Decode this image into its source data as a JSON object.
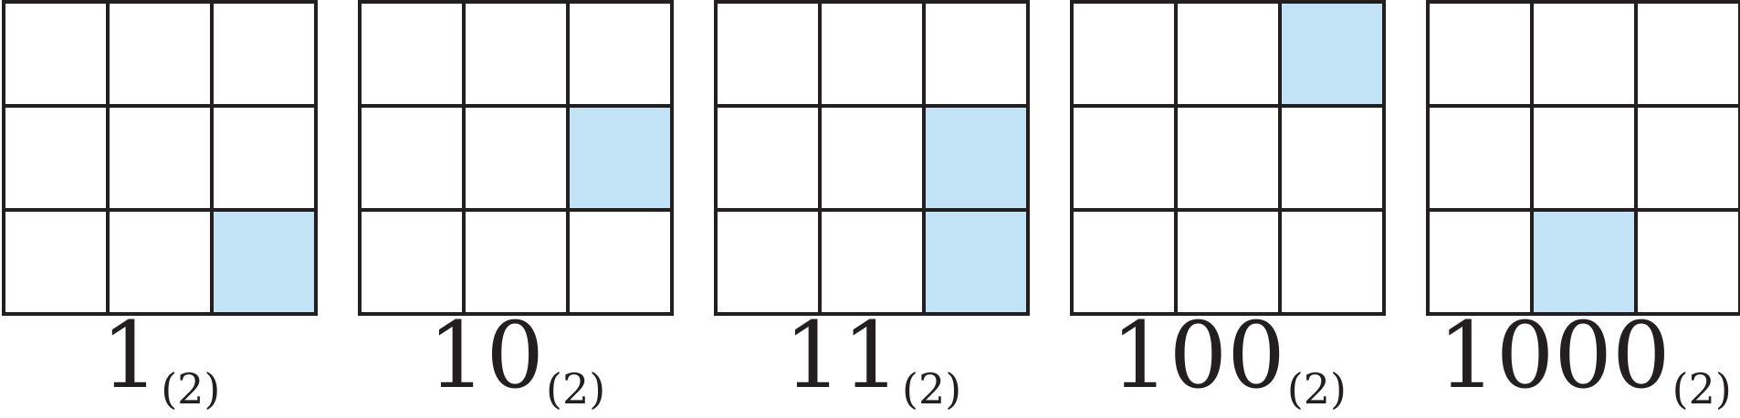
{
  "grid_size": 3,
  "colors": {
    "line": "#231f20",
    "highlight": "#c2e2f6",
    "background": "#ffffff"
  },
  "panels": [
    {
      "binary": "1",
      "base": "(2)",
      "filled": [
        [
          2,
          2
        ]
      ]
    },
    {
      "binary": "10",
      "base": "(2)",
      "filled": [
        [
          1,
          2
        ]
      ]
    },
    {
      "binary": "11",
      "base": "(2)",
      "filled": [
        [
          1,
          2
        ],
        [
          2,
          2
        ]
      ]
    },
    {
      "binary": "100",
      "base": "(2)",
      "filled": [
        [
          0,
          2
        ]
      ]
    },
    {
      "binary": "1000",
      "base": "(2)",
      "filled": [
        [
          2,
          1
        ]
      ]
    }
  ]
}
